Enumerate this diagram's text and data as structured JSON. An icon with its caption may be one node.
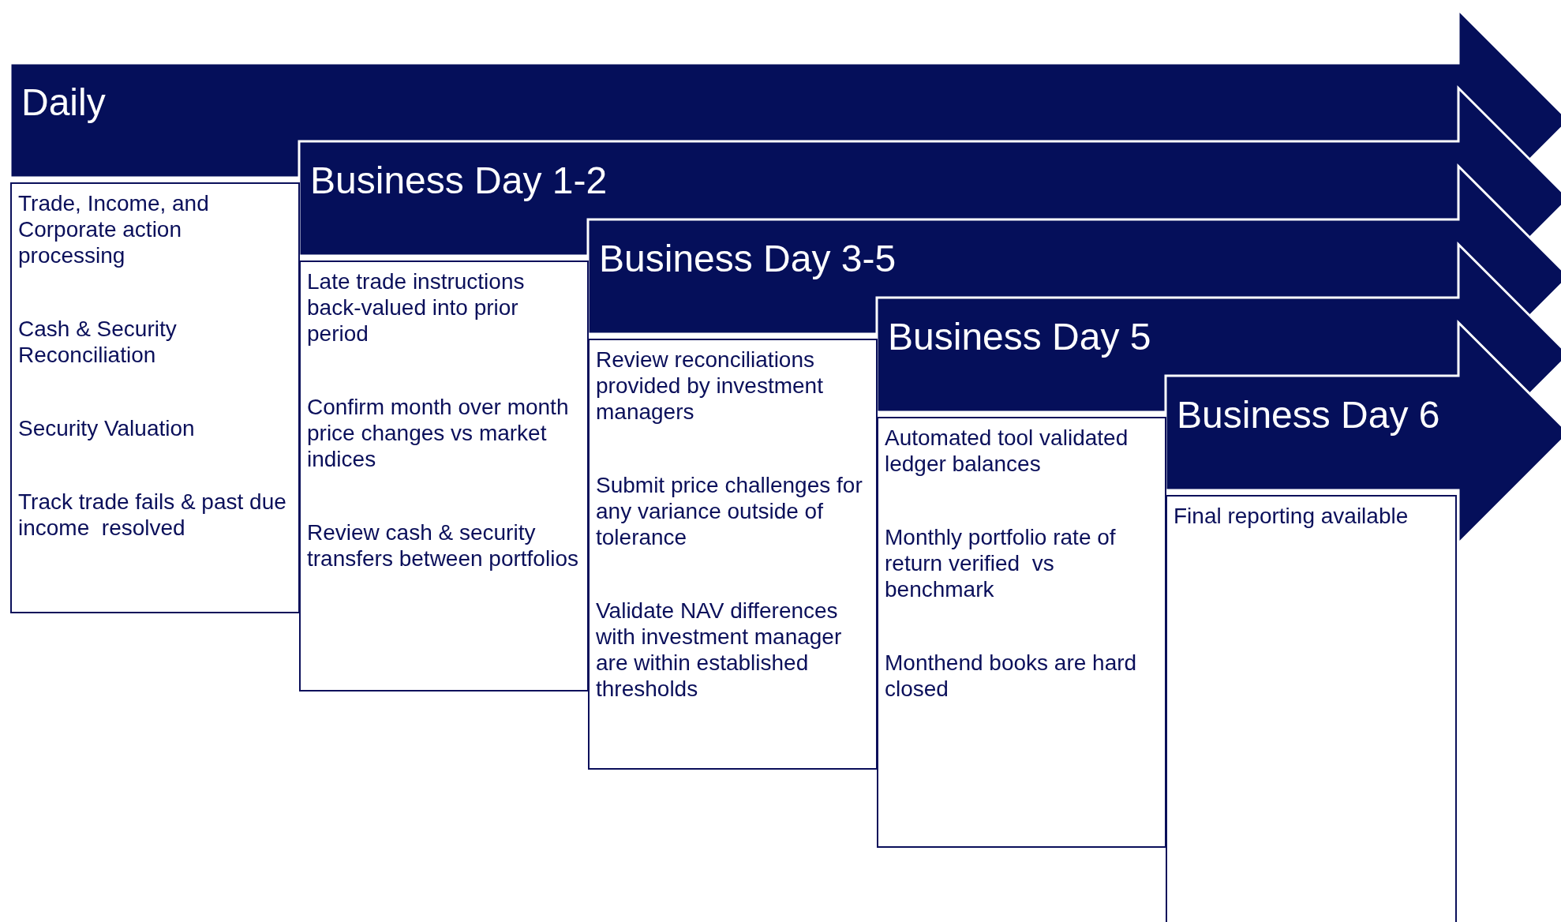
{
  "diagram": {
    "nodes": [
      {
        "text": [
          "Daily"
        ]
      },
      {
        "text": [
          "Trade, Income, and Corporate action processing",
          "Cash & Security Reconciliation",
          "Security Valuation",
          "Track trade fails & past due income  resolved"
        ]
      },
      {
        "text": [
          "Business Day 1-2"
        ]
      },
      {
        "text": [
          "Late trade instructions back-valued into prior period",
          "Confirm month over month price changes vs market indices",
          "Review cash & security transfers between portfolios"
        ]
      },
      {
        "text": [
          "Business Day 3-5"
        ]
      },
      {
        "text": [
          "Review reconciliations provided by investment managers",
          "Submit price challenges for any variance outside of tolerance",
          "Validate NAV differences with investment manager are within established thresholds"
        ]
      },
      {
        "text": [
          "Business Day 5"
        ]
      },
      {
        "text": [
          "Automated tool validated ledger balances",
          "Monthly portfolio rate of return verified  vs benchmark",
          "Monthend books are hard closed"
        ]
      },
      {
        "text": [
          "Business Day 6"
        ]
      },
      {
        "text": [
          "Final reporting available"
        ]
      }
    ]
  }
}
